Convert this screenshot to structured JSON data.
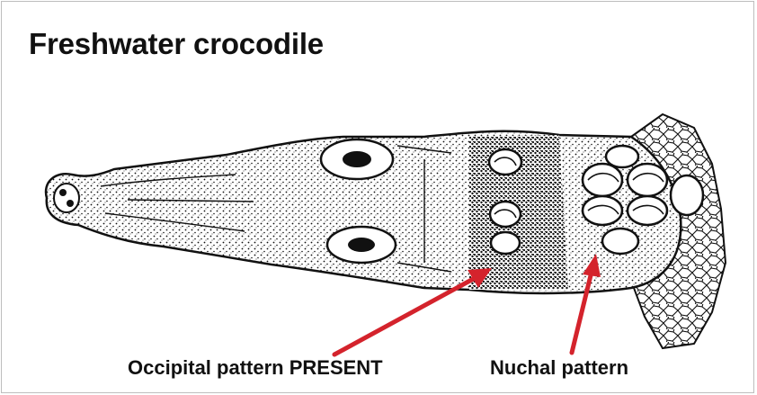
{
  "title": "Freshwater crocodile",
  "labels": {
    "occipital": "Occipital pattern PRESENT",
    "nuchal": "Nuchal pattern"
  },
  "icons": {
    "illustration": "crocodile-head-dorsal-view",
    "arrow": "arrow-icon"
  },
  "colors": {
    "arrow": "#d4232c",
    "ink": "#111111",
    "border": "#bdbdbd"
  }
}
